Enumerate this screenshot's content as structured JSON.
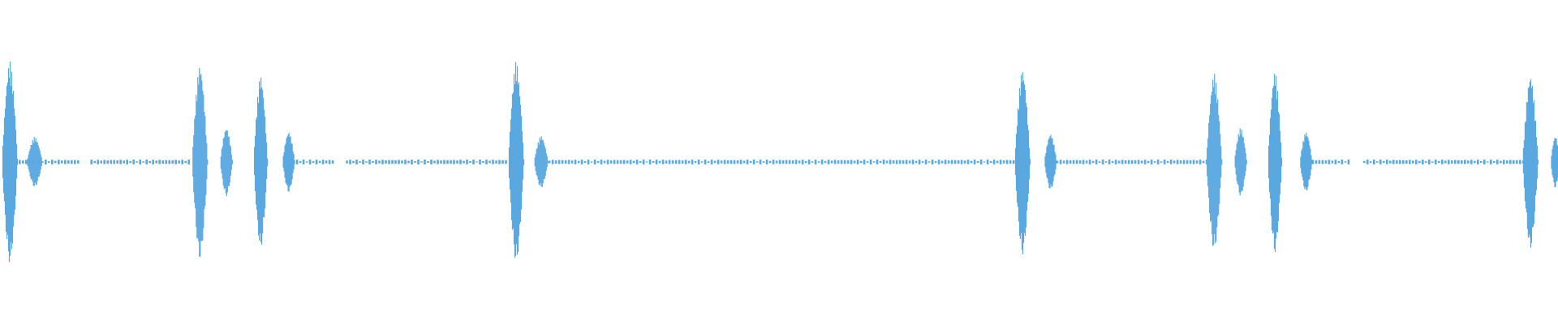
{
  "waveform": {
    "color": "#5aa8e0",
    "baseline_color": "#5aa8e0",
    "bursts": [
      {
        "center": 0.006,
        "width": 0.01,
        "amplitude": 1.0
      },
      {
        "center": 0.022,
        "width": 0.01,
        "amplitude": 0.25
      },
      {
        "center": 0.128,
        "width": 0.01,
        "amplitude": 0.96
      },
      {
        "center": 0.145,
        "width": 0.008,
        "amplitude": 0.34
      },
      {
        "center": 0.167,
        "width": 0.009,
        "amplitude": 0.86
      },
      {
        "center": 0.185,
        "width": 0.008,
        "amplitude": 0.3
      },
      {
        "center": 0.331,
        "width": 0.01,
        "amplitude": 1.0
      },
      {
        "center": 0.347,
        "width": 0.009,
        "amplitude": 0.26
      },
      {
        "center": 0.656,
        "width": 0.01,
        "amplitude": 0.92
      },
      {
        "center": 0.674,
        "width": 0.008,
        "amplitude": 0.28
      },
      {
        "center": 0.779,
        "width": 0.01,
        "amplitude": 0.88
      },
      {
        "center": 0.796,
        "width": 0.008,
        "amplitude": 0.34
      },
      {
        "center": 0.818,
        "width": 0.009,
        "amplitude": 0.9
      },
      {
        "center": 0.838,
        "width": 0.008,
        "amplitude": 0.3
      },
      {
        "center": 0.982,
        "width": 0.01,
        "amplitude": 0.86
      },
      {
        "center": 0.998,
        "width": 0.006,
        "amplitude": 0.26
      }
    ],
    "baseline_segments": [
      [
        0.012,
        0.05
      ],
      [
        0.058,
        0.122
      ],
      [
        0.19,
        0.215
      ],
      [
        0.222,
        0.325
      ],
      [
        0.352,
        0.65
      ],
      [
        0.678,
        0.775
      ],
      [
        0.842,
        0.865
      ],
      [
        0.875,
        0.978
      ]
    ]
  }
}
